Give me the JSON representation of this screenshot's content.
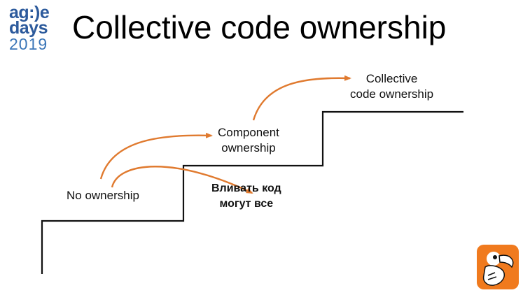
{
  "logo": {
    "line1": "ag:)e",
    "line2": "days",
    "year": "2019"
  },
  "title": "Collective code ownership",
  "steps": [
    {
      "label": "No ownership"
    },
    {
      "label_line1": "Component",
      "label_line2": "ownership"
    },
    {
      "label_line1": "Collective",
      "label_line2": "code ownership"
    }
  ],
  "annotation": {
    "line1": "Вливать код",
    "line2": "могут все"
  },
  "colors": {
    "title_text": "#000000",
    "logo_blue": "#2c5a9c",
    "arrow_orange": "#e07a2f",
    "staircase": "#111111",
    "dodo_orange": "#f07a1e"
  },
  "icons": [
    "dodo-bird-logo-icon"
  ]
}
